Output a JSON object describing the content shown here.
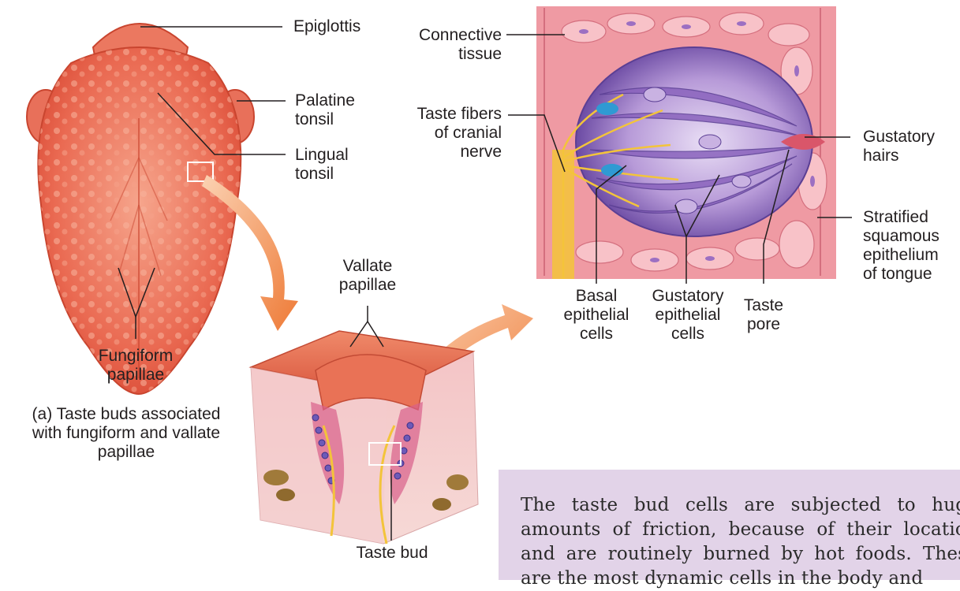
{
  "labels": {
    "epiglottis": "Epiglottis",
    "palatine_tonsil": "Palatine\ntonsil",
    "lingual_tonsil": "Lingual\ntonsil",
    "fungiform_papillae": "Fungiform\npapillae",
    "caption_a": "(a) Taste buds associated\nwith fungiform and vallate\npapillae",
    "vallate_papillae": "Vallate\npapillae",
    "taste_bud": "Taste bud",
    "connective_tissue": "Connective\ntissue",
    "taste_fibers": "Taste fibers\nof cranial\nnerve",
    "gustatory_hairs": "Gustatory\nhairs",
    "stratified_epithelium": "Stratified\nsquamous\nepithelium\nof tongue",
    "basal_cells": "Basal\nepithelial\ncells",
    "gustatory_cells": "Gustatory\nepithelial\ncells",
    "taste_pore": "Taste\npore"
  },
  "note": {
    "text": "The taste bud cells are subjected to huge amounts of friction, because of their location and are routinely burned by hot foods. These are the most dynamic cells in the body and"
  },
  "colors": {
    "tongue": "#e8654e",
    "tongue_light": "#f49a82",
    "muscle": "#e98f96",
    "bud_purple": "#7b5ab0",
    "bud_light": "#c9b6e4",
    "nerve": "#f3c43a",
    "arrow": "#f08a4a",
    "note_bg": "#e2d3e8"
  }
}
